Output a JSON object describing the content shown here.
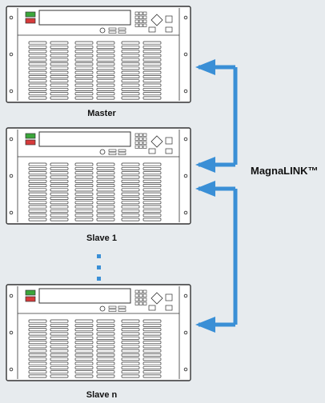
{
  "units": [
    {
      "label": "Master"
    },
    {
      "label": "Slave 1"
    },
    {
      "label": "Slave n"
    }
  ],
  "link_label": "MagnaLINK™",
  "colors": {
    "background": "#e7ebee",
    "panel": "#ffffff",
    "outline": "#333333",
    "arrow": "#3a8fd6",
    "led_on": "#3aa63a",
    "led_off": "#d63a3a"
  }
}
